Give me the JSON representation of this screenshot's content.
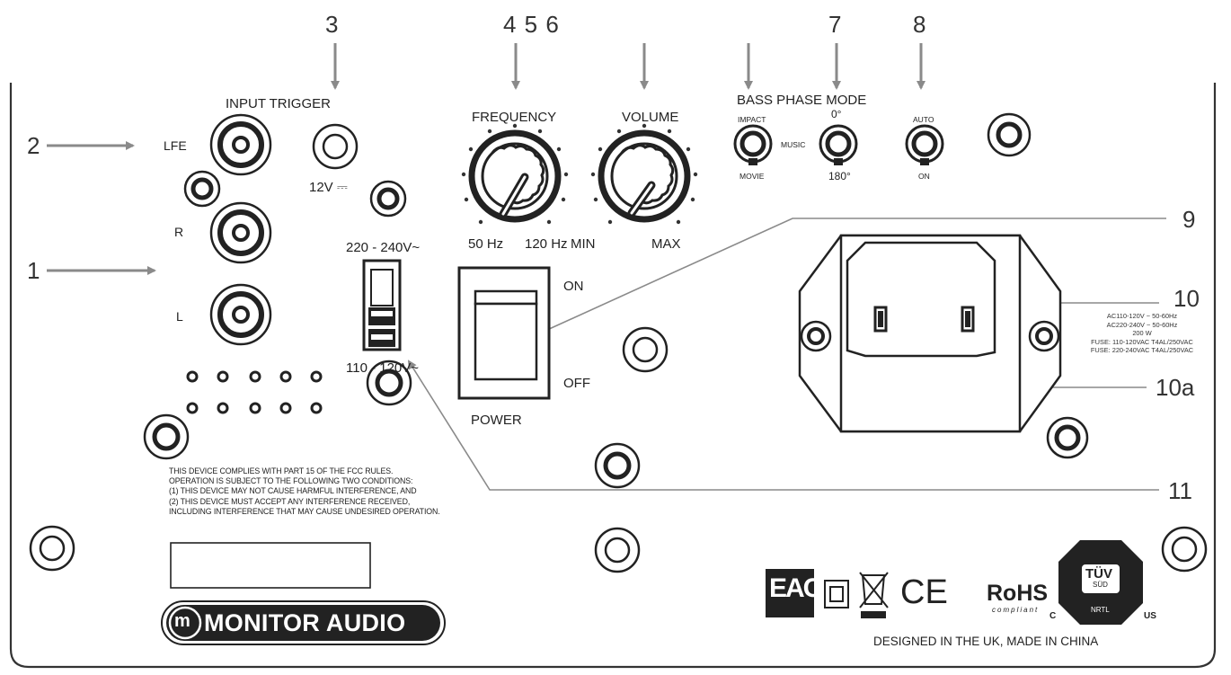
{
  "callouts": [
    "1",
    "2",
    "3",
    "4 5 6",
    "7",
    "8",
    "9",
    "10",
    "10a",
    "11"
  ],
  "inputs": {
    "trigger_title": "INPUT TRIGGER",
    "lfe": "LFE",
    "r": "R",
    "l": "L",
    "trigger_voltage": "12V ⎓"
  },
  "voltage_switch": {
    "high": "220 - 240V~",
    "low": "110 - 120V~"
  },
  "frequency": {
    "title": "FREQUENCY",
    "min": "50 Hz",
    "max": "120 Hz"
  },
  "volume": {
    "title": "VOLUME",
    "min": "MIN",
    "max": "MAX"
  },
  "bass": {
    "title": "BASS PHASE MODE",
    "impact": "IMPACT",
    "music": "MUSIC",
    "movie": "MOVIE",
    "phase0": "0°",
    "phase180": "180°"
  },
  "auto_switch": {
    "auto": "AUTO",
    "on": "ON"
  },
  "power": {
    "on": "ON",
    "off": "OFF",
    "label": "POWER"
  },
  "mains_specs": [
    "AC110-120V ~ 50-60Hz",
    "AC220-240V ~ 50-60Hz",
    "200 W",
    "FUSE: 110-120VAC T4AL/250VAC",
    "FUSE: 220-240VAC T4AL/250VAC"
  ],
  "fcc_notice": [
    "THIS DEVICE COMPLIES WITH PART 15 OF THE FCC RULES.",
    "OPERATION IS SUBJECT TO THE FOLLOWING TWO CONDITIONS:",
    "(1) THIS DEVICE MAY NOT CAUSE HARMFUL INTERFERENCE, AND",
    "(2) THIS DEVICE MUST ACCEPT ANY INTERFERENCE RECEIVED,",
    "INCLUDING INTERFERENCE THAT MAY CAUSE UNDESIRED OPERATION."
  ],
  "brand": "MONITOR AUDIO",
  "certifications": {
    "eac": "EAC",
    "ce": "CE",
    "rohs": "RoHS",
    "rohs_sub": "compliant",
    "tuv": "TÜV",
    "tuv_sud": "SÜD",
    "nrtl": "NRTL",
    "c": "C",
    "us": "US"
  },
  "footer": "DESIGNED IN THE UK, MADE IN CHINA",
  "colors": {
    "line": "#222222",
    "arrow": "#8a8a8a",
    "panel_outline": "#333333"
  }
}
